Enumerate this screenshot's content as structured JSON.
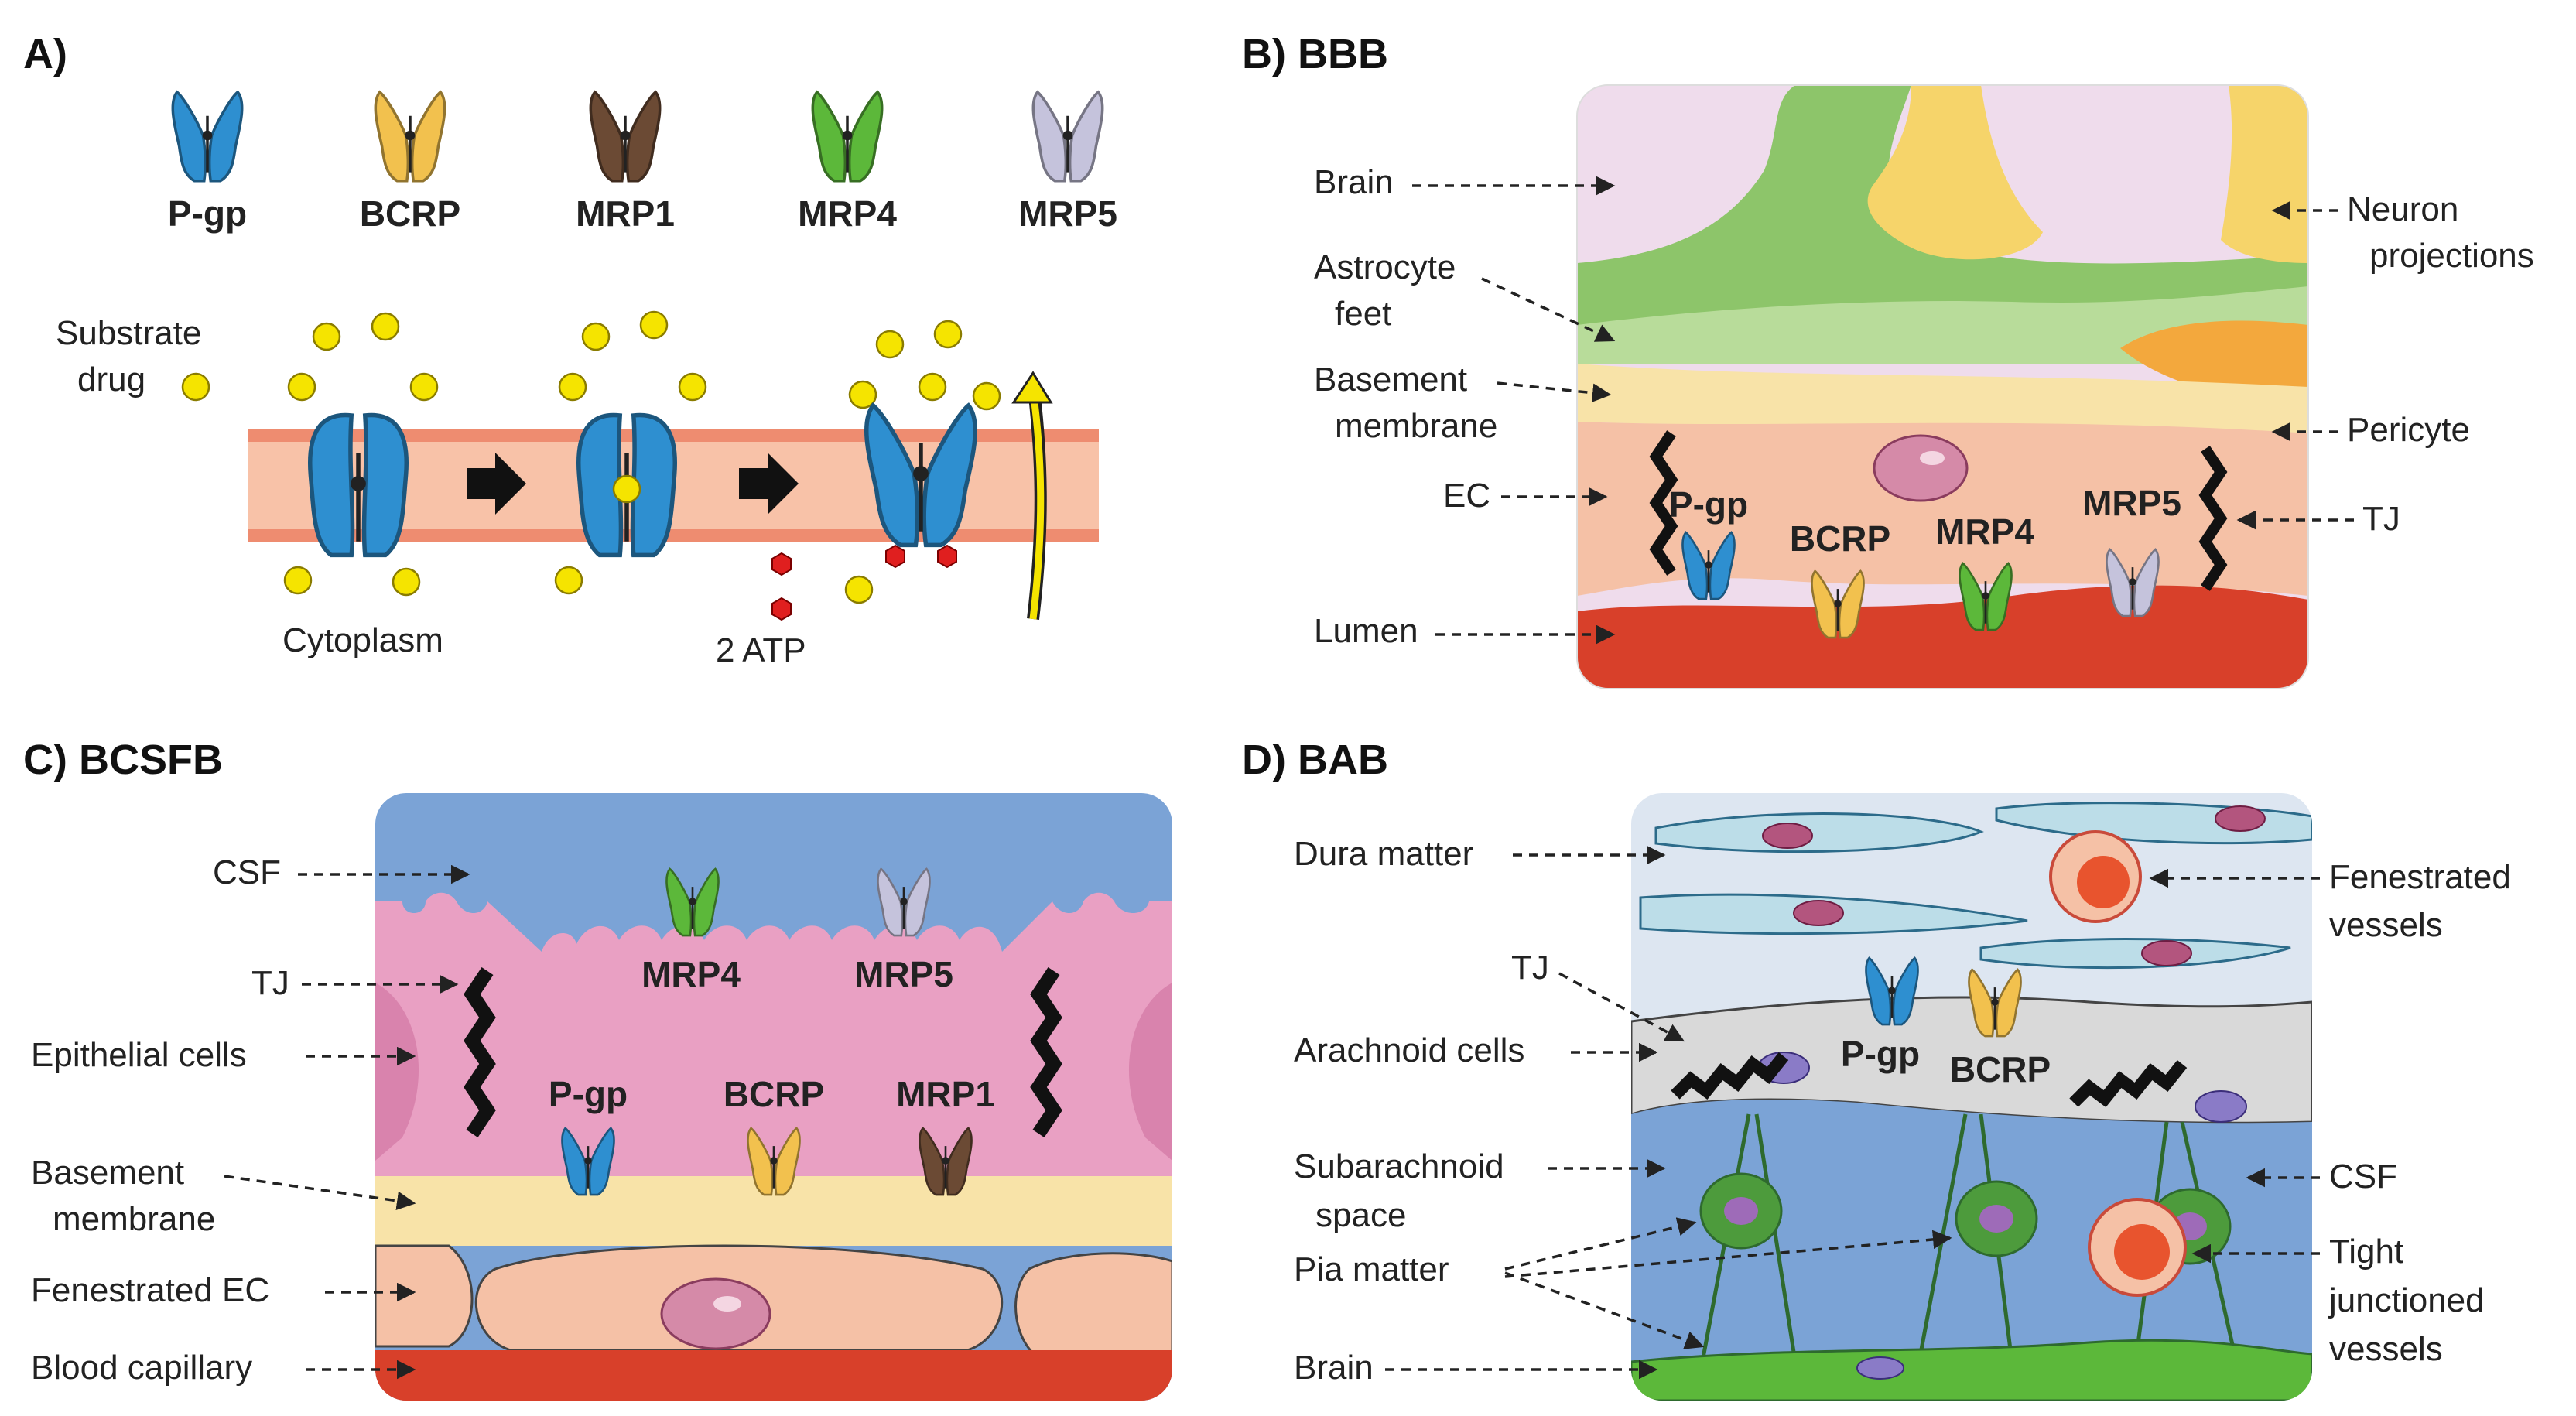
{
  "panels": {
    "a": {
      "title": "A)",
      "transporters": [
        "P-gp",
        "BCRP",
        "MRP1",
        "MRP4",
        "MRP5"
      ],
      "substrate_label": [
        "Substrate",
        "drug"
      ],
      "cytoplasm_label": "Cytoplasm",
      "atp_label": "2 ATP"
    },
    "b": {
      "title": "B) BBB",
      "left_labels": {
        "brain": "Brain",
        "astrocyte": [
          "Astrocyte",
          "feet"
        ],
        "basement": [
          "Basement",
          "membrane"
        ],
        "ec": "EC",
        "lumen": "Lumen"
      },
      "right_labels": {
        "neuron": [
          "Neuron",
          "projections"
        ],
        "pericyte": "Pericyte",
        "tj": "TJ"
      },
      "transporters": [
        "P-gp",
        "BCRP",
        "MRP4",
        "MRP5"
      ]
    },
    "c": {
      "title": "C) BCSFB",
      "labels": {
        "csf": "CSF",
        "tj": "TJ",
        "epithelial": "Epithelial cells",
        "basement": [
          "Basement",
          "membrane"
        ],
        "fenestrated": "Fenestrated EC",
        "blood": "Blood capillary"
      },
      "apical_transporters": [
        "MRP4",
        "MRP5"
      ],
      "basal_transporters": [
        "P-gp",
        "BCRP",
        "MRP1"
      ]
    },
    "d": {
      "title": "D) BAB",
      "left_labels": {
        "dura": "Dura matter",
        "tj": "TJ",
        "arachnoid": "Arachnoid cells",
        "subarachnoid": [
          "Subarachnoid",
          "space"
        ],
        "pia": "Pia matter",
        "brain": "Brain"
      },
      "right_labels": {
        "fenestrated": [
          "Fenestrated",
          "vessels"
        ],
        "csf": "CSF",
        "tight": [
          "Tight",
          "junctioned",
          "vessels"
        ]
      },
      "transporters": [
        "P-gp",
        "BCRP"
      ]
    }
  },
  "colors": {
    "pgp": "#2e8fd0",
    "bcrp": "#f2c14e",
    "mrp1": "#6b4a34",
    "mrp4": "#5cb83a",
    "mrp5": "#c5c3dc",
    "drug": "#f5e400",
    "atp": "#e01f1f",
    "membrane": "#f8c2a8",
    "membrane_edge": "#ee8c70",
    "lumen": "#d8402a",
    "csf": "#7ba3d6",
    "epithelial": "#e9a0c3"
  }
}
